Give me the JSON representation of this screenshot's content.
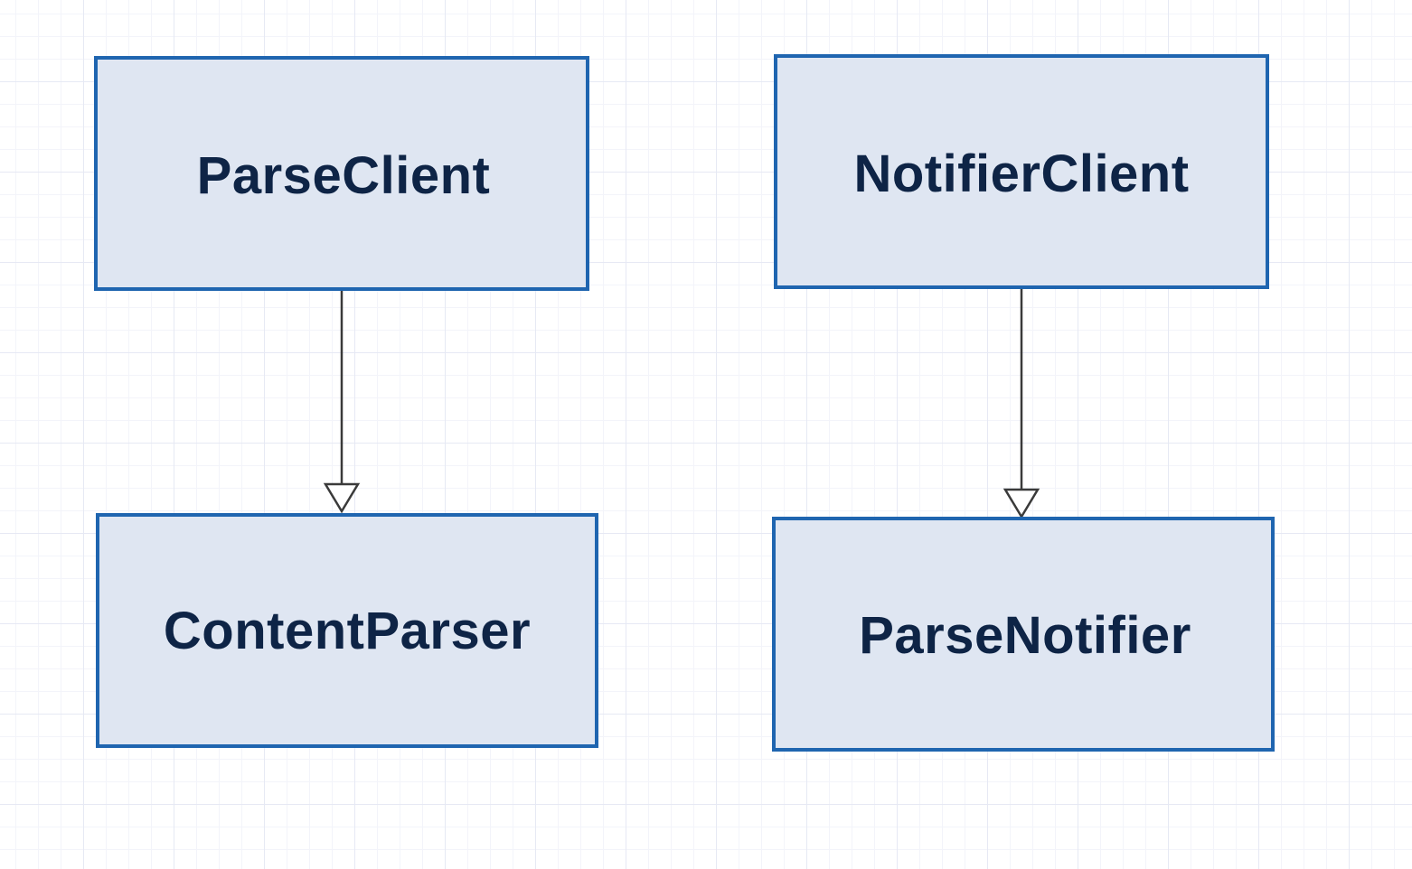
{
  "diagram": {
    "nodes": [
      {
        "id": "parseclient",
        "label": "ParseClient"
      },
      {
        "id": "contentparser",
        "label": "ContentParser"
      },
      {
        "id": "notifierclient",
        "label": "NotifierClient"
      },
      {
        "id": "parsenotifier",
        "label": "ParseNotifier"
      }
    ],
    "edges": [
      {
        "from": "parseclient",
        "to": "contentparser",
        "arrow": "hollow-triangle"
      },
      {
        "from": "notifierclient",
        "to": "parsenotifier",
        "arrow": "hollow-triangle"
      }
    ]
  },
  "colors": {
    "node_fill": "#dfe6f2",
    "node_border": "#1f65b0",
    "node_text": "#0e2446",
    "edge_line": "#3a3a3a",
    "grid_line": "#e6e9f4"
  }
}
